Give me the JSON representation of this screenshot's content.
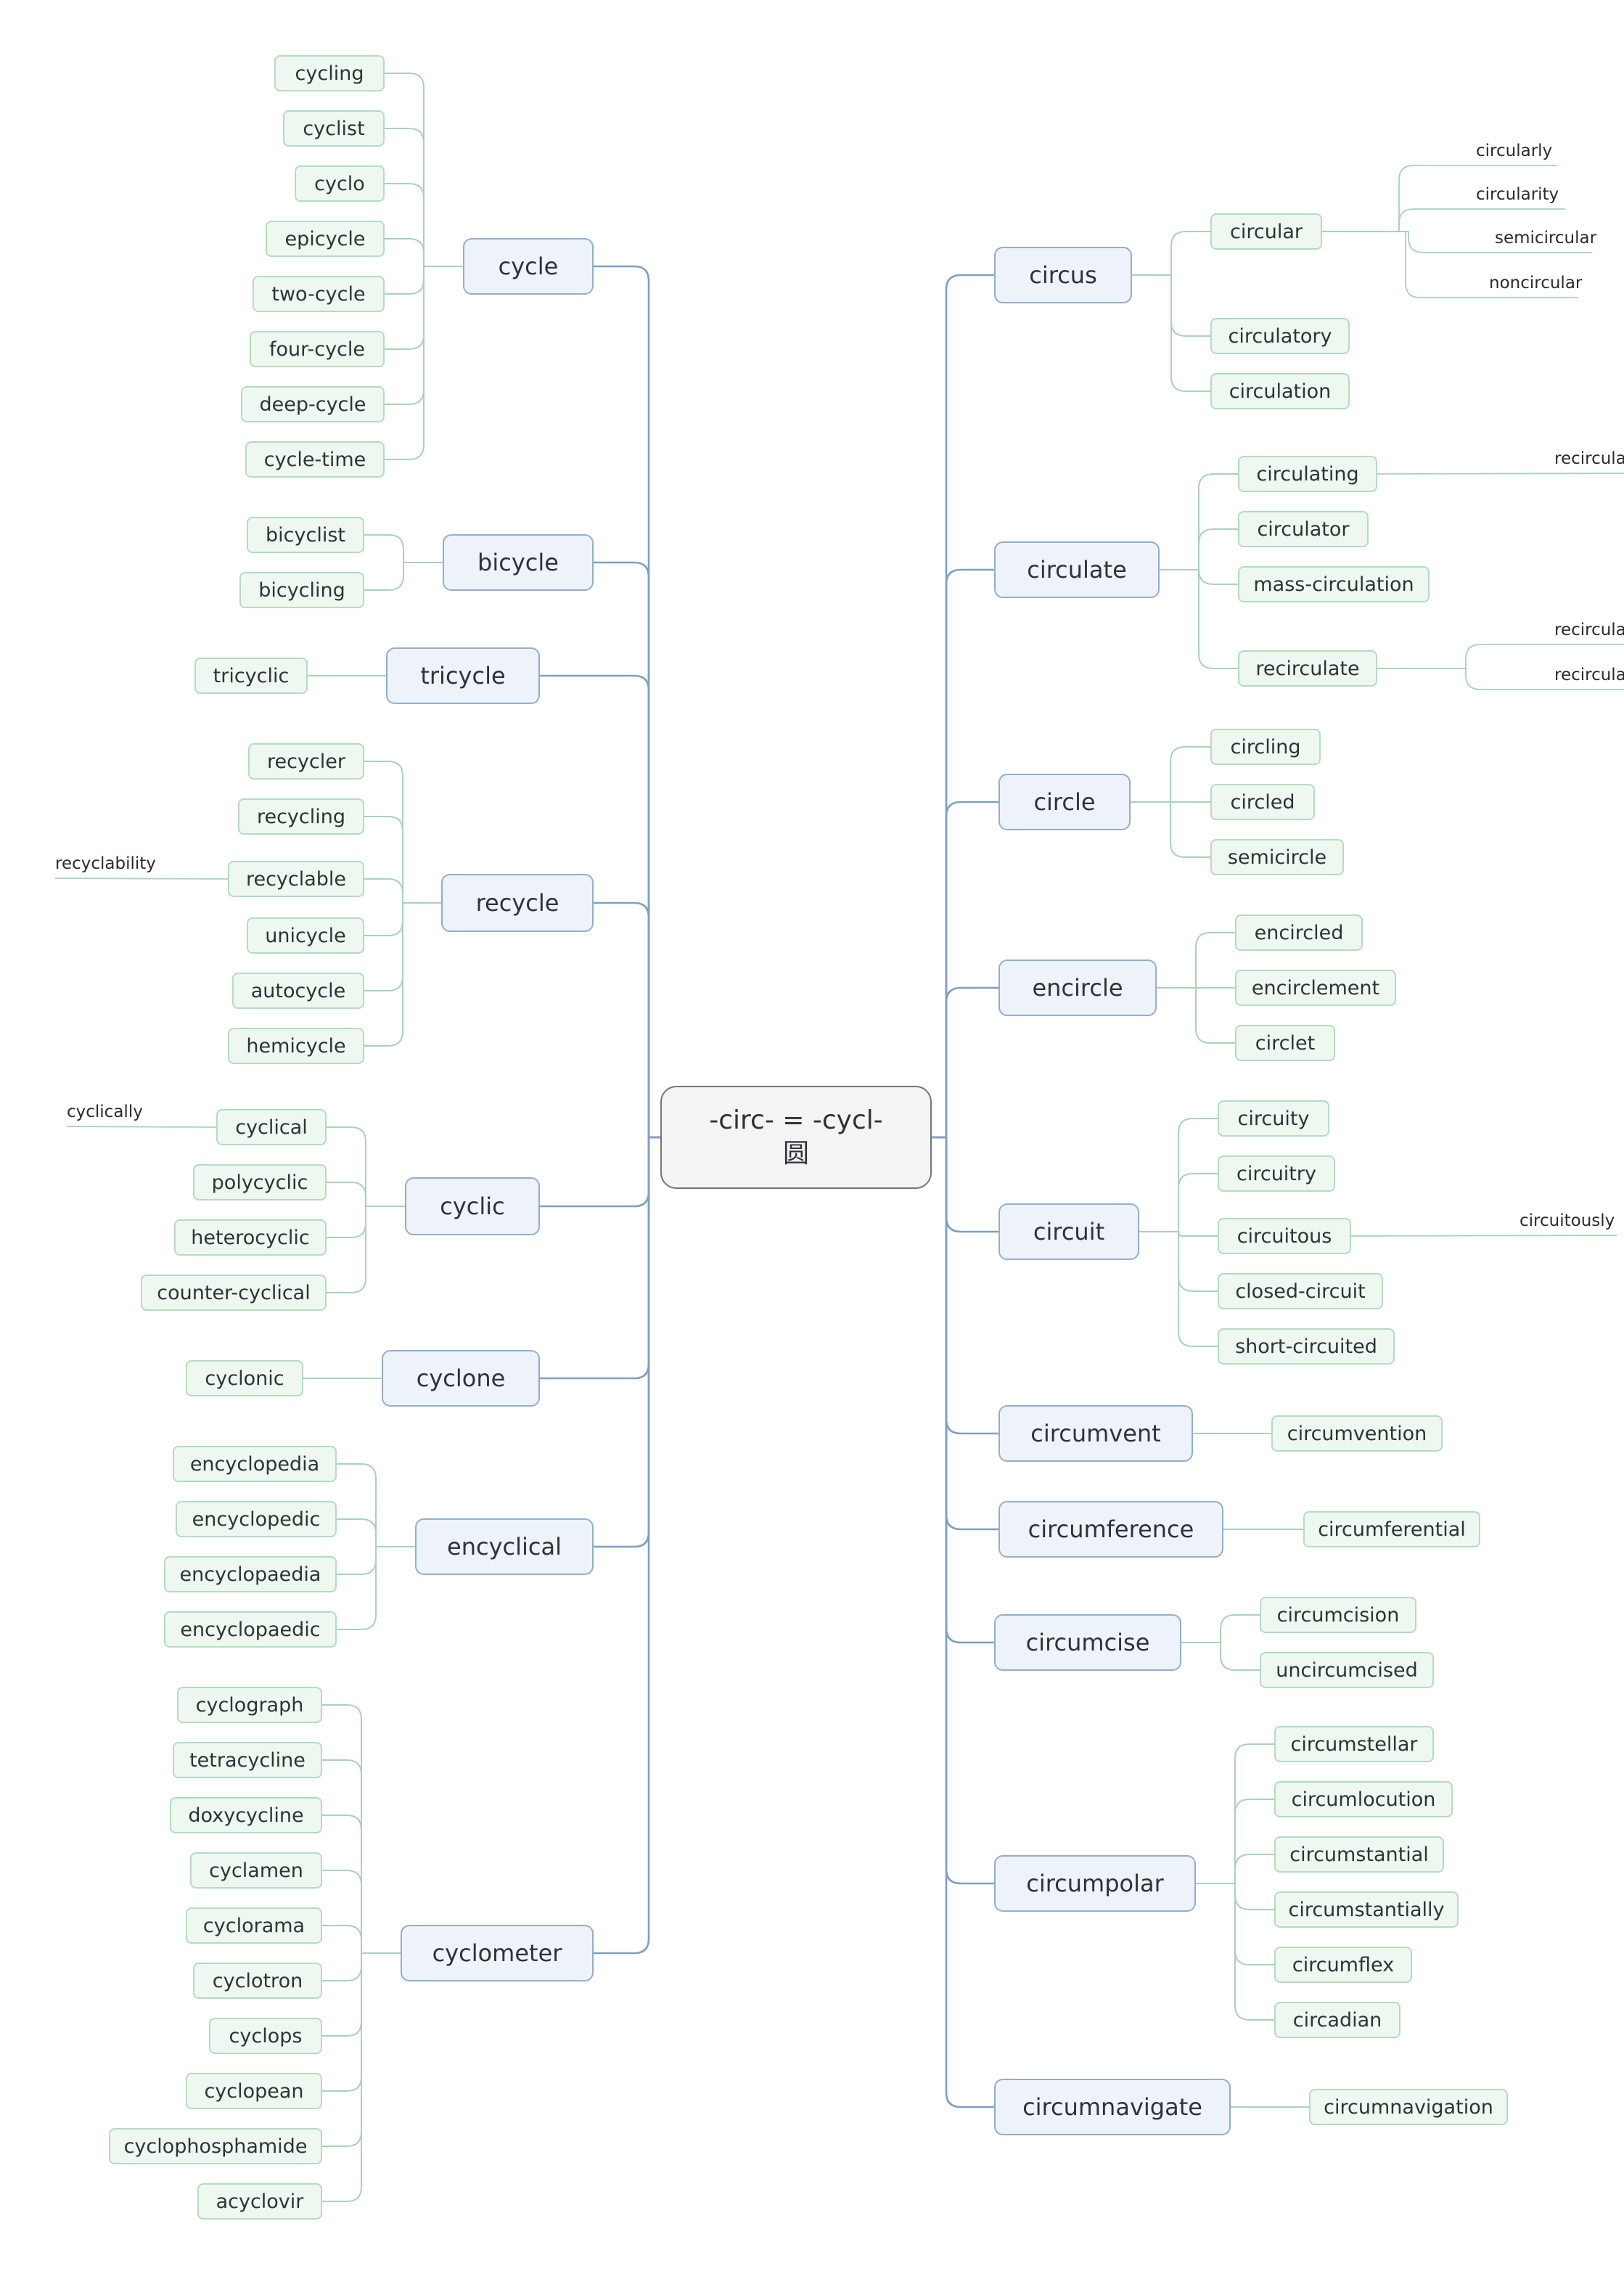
{
  "center": {
    "line1": "-circ- = -cycl-",
    "line2": "圆"
  },
  "colors": {
    "trunk": "#7f9fc4",
    "branch": "#a9d3b6",
    "center_border": "#757575"
  },
  "left": [
    {
      "label": "cycle",
      "children": [
        {
          "label": "cycling"
        },
        {
          "label": "cyclist"
        },
        {
          "label": "cyclo"
        },
        {
          "label": "epicycle"
        },
        {
          "label": "two-cycle"
        },
        {
          "label": "four-cycle"
        },
        {
          "label": "deep-cycle"
        },
        {
          "label": "cycle-time"
        }
      ]
    },
    {
      "label": "bicycle",
      "children": [
        {
          "label": "bicyclist"
        },
        {
          "label": "bicycling"
        }
      ]
    },
    {
      "label": "tricycle",
      "children": [
        {
          "label": "tricyclic"
        }
      ]
    },
    {
      "label": "recycle",
      "children": [
        {
          "label": "recycler"
        },
        {
          "label": "recycling"
        },
        {
          "label": "recyclable",
          "children": [
            "recyclability"
          ]
        },
        {
          "label": "unicycle"
        },
        {
          "label": "autocycle"
        },
        {
          "label": "hemicycle"
        }
      ]
    },
    {
      "label": "cyclic",
      "children": [
        {
          "label": "cyclical",
          "children": [
            "cyclically"
          ]
        },
        {
          "label": "polycyclic"
        },
        {
          "label": "heterocyclic"
        },
        {
          "label": "counter-cyclical"
        }
      ]
    },
    {
      "label": "cyclone",
      "children": [
        {
          "label": "cyclonic"
        }
      ]
    },
    {
      "label": "encyclical",
      "children": [
        {
          "label": "encyclopedia"
        },
        {
          "label": "encyclopedic"
        },
        {
          "label": "encyclopaedia"
        },
        {
          "label": "encyclopaedic"
        }
      ]
    },
    {
      "label": "cyclometer",
      "children": [
        {
          "label": "cyclograph"
        },
        {
          "label": "tetracycline"
        },
        {
          "label": "doxycycline"
        },
        {
          "label": "cyclamen"
        },
        {
          "label": "cyclorama"
        },
        {
          "label": "cyclotron"
        },
        {
          "label": "cyclops"
        },
        {
          "label": "cyclopean"
        },
        {
          "label": "cyclophosphamide"
        },
        {
          "label": "acyclovir"
        }
      ]
    }
  ],
  "right": [
    {
      "label": "circus",
      "children": [
        {
          "label": "circular",
          "children": [
            "circularly",
            "circularity",
            "semicircular",
            "noncircular"
          ]
        },
        {
          "label": "circulatory"
        },
        {
          "label": "circulation"
        }
      ]
    },
    {
      "label": "circulate",
      "children": [
        {
          "label": "circulating",
          "children": [
            "recirculating"
          ]
        },
        {
          "label": "circulator"
        },
        {
          "label": "mass-circulation"
        },
        {
          "label": "recirculate",
          "children": [
            "recirculated",
            "recirculation"
          ]
        }
      ]
    },
    {
      "label": "circle",
      "children": [
        {
          "label": "circling"
        },
        {
          "label": "circled"
        },
        {
          "label": "semicircle"
        }
      ]
    },
    {
      "label": "encircle",
      "children": [
        {
          "label": "encircled"
        },
        {
          "label": "encirclement"
        },
        {
          "label": "circlet"
        }
      ]
    },
    {
      "label": "circuit",
      "children": [
        {
          "label": "circuity"
        },
        {
          "label": "circuitry"
        },
        {
          "label": "circuitous",
          "children": [
            "circuitously"
          ]
        },
        {
          "label": "closed-circuit"
        },
        {
          "label": "short-circuited"
        }
      ]
    },
    {
      "label": "circumvent",
      "children": [
        {
          "label": "circumvention"
        }
      ]
    },
    {
      "label": "circumference",
      "children": [
        {
          "label": "circumferential"
        }
      ]
    },
    {
      "label": "circumcise",
      "children": [
        {
          "label": "circumcision"
        },
        {
          "label": "uncircumcised"
        }
      ]
    },
    {
      "label": "circumpolar",
      "children": [
        {
          "label": "circumstellar"
        },
        {
          "label": "circumlocution"
        },
        {
          "label": "circumstantial"
        },
        {
          "label": "circumstantially"
        },
        {
          "label": "circumflex"
        },
        {
          "label": "circadian"
        }
      ]
    },
    {
      "label": "circumnavigate",
      "children": [
        {
          "label": "circumnavigation"
        }
      ]
    }
  ]
}
